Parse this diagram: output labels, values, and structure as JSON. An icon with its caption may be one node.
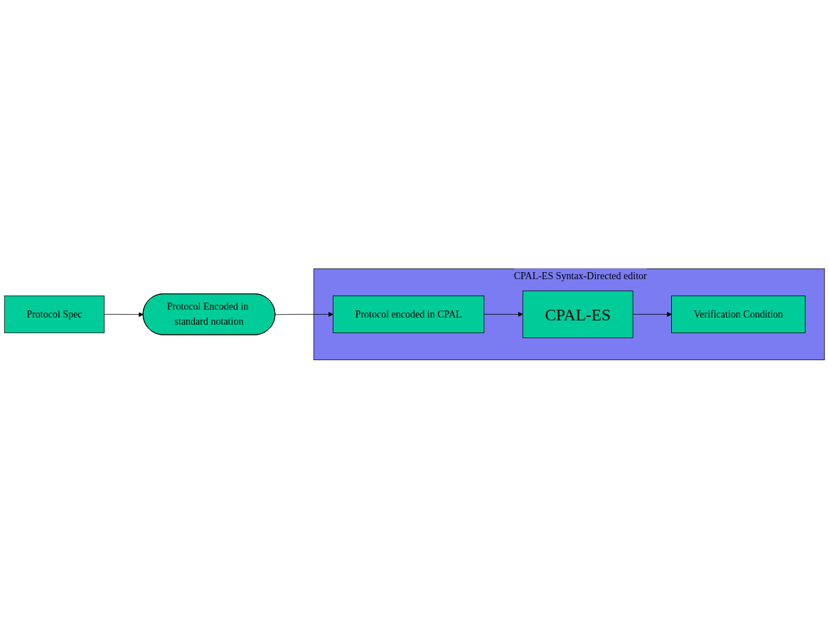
{
  "diagram": {
    "nodes": [
      {
        "text": [
          "Protocol Spec"
        ]
      },
      {
        "text": [
          "Protocol Encoded in standard notation"
        ]
      },
      {
        "text": [
          "CPAL-ES Syntax-Directed editor"
        ]
      },
      {
        "text": [
          "Protocol encoded in CPAL"
        ],
        "in": 2
      },
      {
        "text": [
          "CPAL-ES"
        ],
        "in": 2
      },
      {
        "text": [
          "Verification Condition"
        ],
        "in": 2
      }
    ],
    "edges": [
      {
        "from": 0,
        "to": 1,
        "arrow": "to"
      },
      {
        "from": 1,
        "to": 3,
        "arrow": "to"
      },
      {
        "from": 3,
        "to": 4,
        "arrow": "to"
      },
      {
        "from": 4,
        "to": 5,
        "arrow": "to"
      }
    ]
  }
}
